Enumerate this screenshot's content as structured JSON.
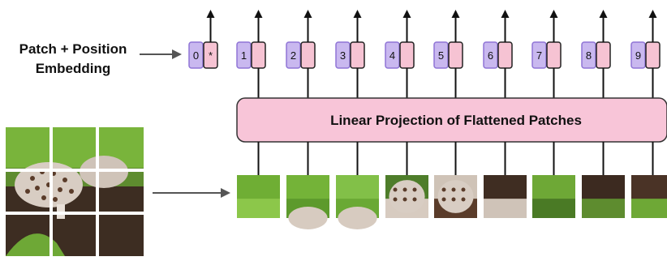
{
  "embedding_label": {
    "line1": "Patch + Position",
    "line2": "Embedding"
  },
  "projection_label": "Linear Projection of Flattened Patches",
  "position_tokens": [
    "0",
    "1",
    "2",
    "3",
    "4",
    "5",
    "6",
    "7",
    "8",
    "9"
  ],
  "class_token_symbol": "*",
  "image_description": "",
  "colors": {
    "position_box_fill": "#c9b8ef",
    "position_box_stroke": "#8f74d6",
    "patch_box_fill": "#f6c3d3",
    "patch_box_stroke": "#222222",
    "projection_fill": "#f8c5d8",
    "projection_stroke": "#333333",
    "arrow": "#555555",
    "grass_dark": "#3f6b22",
    "grass_light": "#7fbf3a",
    "mushroom_cap": "#d9cfc7",
    "mushroom_spots": "#5a3c2a",
    "soil": "#4b3425"
  }
}
